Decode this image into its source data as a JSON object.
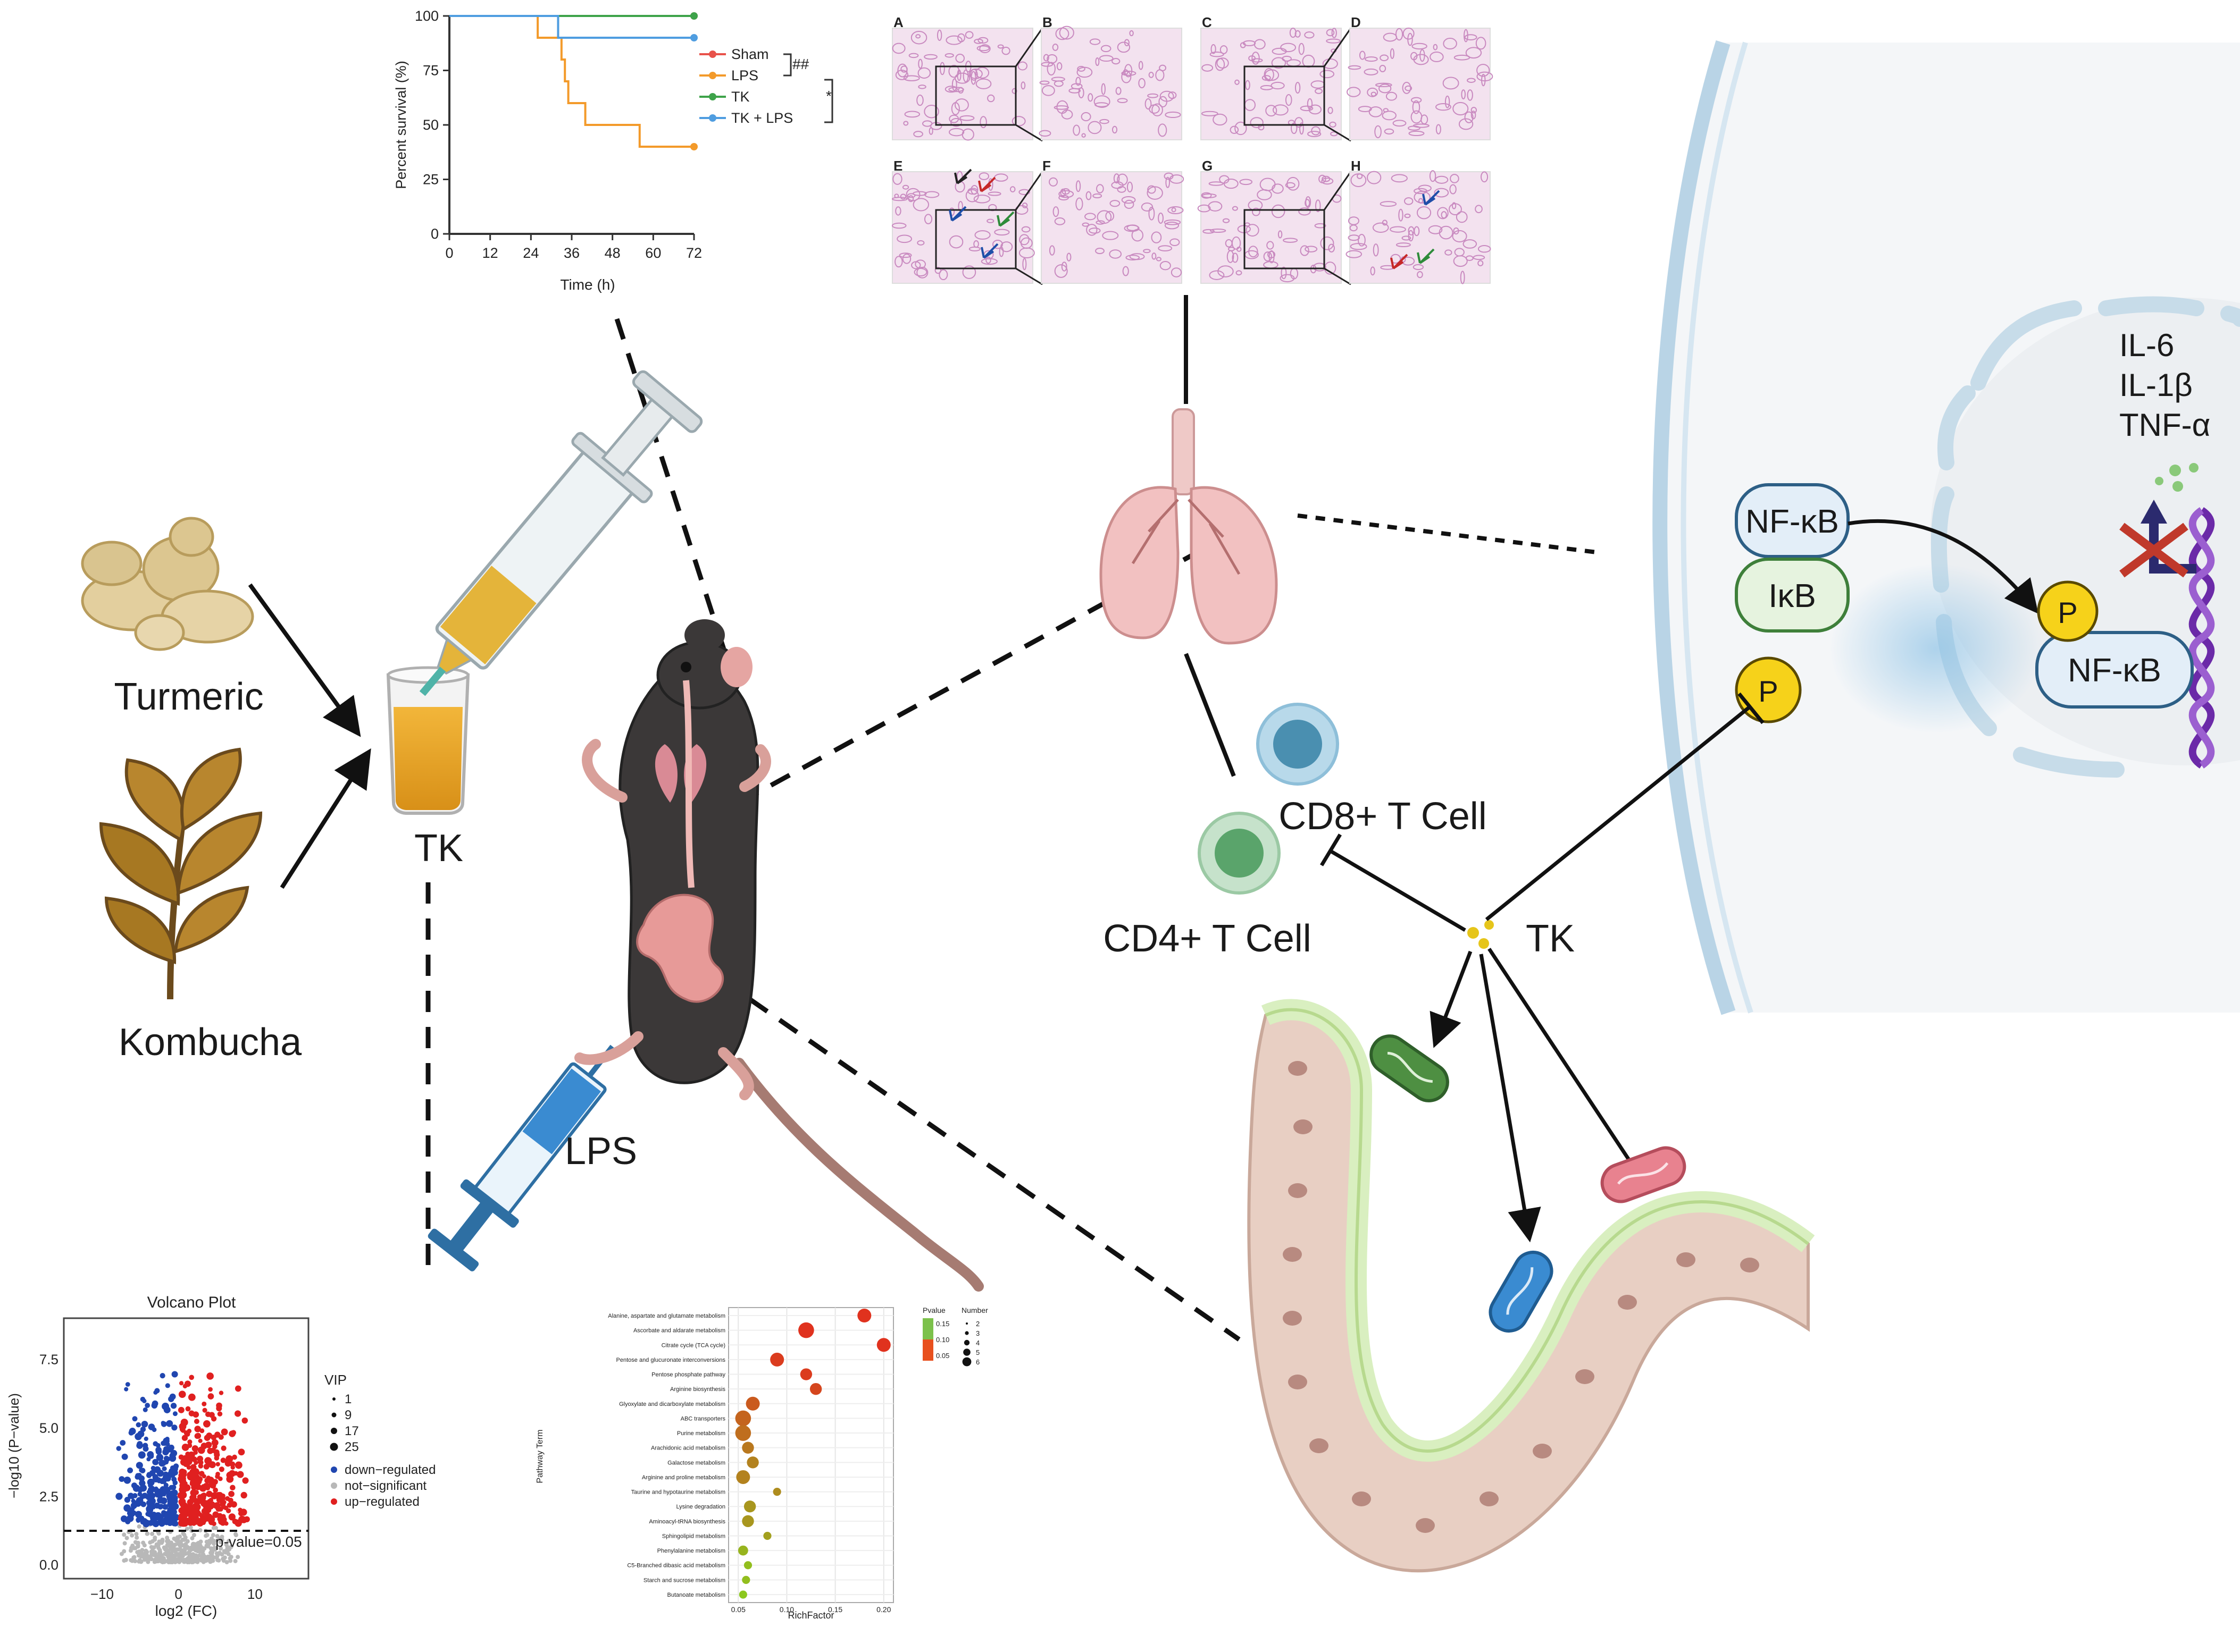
{
  "labels": {
    "turmeric": "Turmeric",
    "kombucha": "Kombucha",
    "tk_cup": "TK",
    "lps": "LPS",
    "tk_center": "TK",
    "cd8": "CD8+ T Cell",
    "cd4": "CD4+ T Cell",
    "nfkb_top": "NF-κB",
    "ikb": "IκB",
    "nfkb_nucleus": "NF-κB",
    "p": "P",
    "cytokines": [
      "IL-6",
      "IL-1β",
      "TNF-α"
    ]
  },
  "survival_chart": {
    "type": "line",
    "ylabel": "Percent survival (%)",
    "xlabel": "Time  (h)",
    "x_ticks": [
      "0",
      "12",
      "24",
      "36",
      "48",
      "60",
      "72"
    ],
    "y_ticks": [
      "0",
      "25",
      "50",
      "75",
      "100"
    ],
    "xlim": [
      0,
      72
    ],
    "ylim": [
      0,
      100
    ],
    "series": [
      {
        "name": "Sham",
        "color": "#e8524a",
        "x": [
          0,
          72
        ],
        "y": [
          100,
          100
        ]
      },
      {
        "name": "LPS",
        "color": "#f39a2a",
        "x": [
          0,
          26,
          26,
          32,
          33,
          34,
          35,
          36,
          40,
          56,
          72
        ],
        "y": [
          100,
          100,
          90,
          90,
          80,
          70,
          60,
          60,
          50,
          40,
          40
        ]
      },
      {
        "name": "TK",
        "color": "#3ea34a",
        "x": [
          0,
          32,
          72
        ],
        "y": [
          100,
          100,
          100
        ]
      },
      {
        "name": "TK + LPS",
        "color": "#4f9de0",
        "x": [
          0,
          32,
          32,
          72
        ],
        "y": [
          100,
          100,
          90,
          90
        ]
      }
    ],
    "annotations": [
      "##",
      "*"
    ]
  },
  "histology": {
    "panel_labels": [
      "A",
      "B",
      "C",
      "D",
      "E",
      "F",
      "G",
      "H"
    ]
  },
  "volcano_chart": {
    "type": "scatter",
    "title": "Volcano Plot",
    "xlabel": "log2 (FC)",
    "ylabel": "−log10 (P−value)",
    "x_ticks": [
      "−10",
      "0",
      "10"
    ],
    "y_ticks": [
      "0.0",
      "2.5",
      "5.0",
      "7.5"
    ],
    "threshold_label": "p-value=0.05",
    "legend_vip_title": "VIP",
    "legend_vip": [
      "1",
      "9",
      "17",
      "25"
    ],
    "legend_reg": [
      {
        "name": "down−regulated",
        "color": "#2046b0"
      },
      {
        "name": "not−significant",
        "color": "#b8b8b8"
      },
      {
        "name": "up−regulated",
        "color": "#e02020"
      }
    ]
  },
  "bubble_chart": {
    "type": "scatter",
    "xlabel": "RichFactor",
    "ylabel": "Pathway Term",
    "x_ticks": [
      "0.05",
      "0.10",
      "0.15",
      "0.20"
    ],
    "legend_pvalue_title": "Pvalue",
    "legend_pvalue": [
      "0.15",
      "0.10",
      "0.05"
    ],
    "legend_number_title": "Number",
    "legend_number": [
      "2",
      "3",
      "4",
      "5",
      "6"
    ],
    "pathways": [
      {
        "name": "Alanine, aspartate and glutamate metabolism",
        "x": 0.18,
        "size": 5,
        "p": 0.01
      },
      {
        "name": "Ascorbate and aldarate metabolism",
        "x": 0.12,
        "size": 6,
        "p": 0.01
      },
      {
        "name": "Citrate cycle (TCA cycle)",
        "x": 0.2,
        "size": 5,
        "p": 0.01
      },
      {
        "name": "Pentose and glucuronate interconversions",
        "x": 0.09,
        "size": 5,
        "p": 0.02
      },
      {
        "name": "Pentose phosphate pathway",
        "x": 0.12,
        "size": 4,
        "p": 0.02
      },
      {
        "name": "Arginine biosynthesis",
        "x": 0.13,
        "size": 4,
        "p": 0.03
      },
      {
        "name": "Glyoxylate and dicarboxylate metabolism",
        "x": 0.065,
        "size": 5,
        "p": 0.05
      },
      {
        "name": "ABC transporters",
        "x": 0.055,
        "size": 6,
        "p": 0.06
      },
      {
        "name": "Purine metabolism",
        "x": 0.055,
        "size": 6,
        "p": 0.07
      },
      {
        "name": "Arachidonic acid metabolism",
        "x": 0.06,
        "size": 4,
        "p": 0.08
      },
      {
        "name": "Galactose metabolism",
        "x": 0.065,
        "size": 4,
        "p": 0.09
      },
      {
        "name": "Arginine and proline metabolism",
        "x": 0.055,
        "size": 5,
        "p": 0.09
      },
      {
        "name": "Taurine and hypotaurine metabolism",
        "x": 0.09,
        "size": 2,
        "p": 0.1
      },
      {
        "name": "Lysine degradation",
        "x": 0.062,
        "size": 4,
        "p": 0.11
      },
      {
        "name": "Aminoacyl-tRNA biosynthesis",
        "x": 0.06,
        "size": 4,
        "p": 0.11
      },
      {
        "name": "Sphingolipid metabolism",
        "x": 0.08,
        "size": 2,
        "p": 0.12
      },
      {
        "name": "Phenylalanine metabolism",
        "x": 0.055,
        "size": 3,
        "p": 0.14
      },
      {
        "name": "C5-Branched dibasic acid metabolism",
        "x": 0.06,
        "size": 2,
        "p": 0.15
      },
      {
        "name": "Starch and sucrose metabolism",
        "x": 0.058,
        "size": 2,
        "p": 0.15
      },
      {
        "name": "Butanoate metabolism",
        "x": 0.055,
        "size": 2,
        "p": 0.16
      }
    ]
  },
  "colors": {
    "arrow": "#111111",
    "nfkb_fill": "#e3eef8",
    "nfkb_stroke": "#2d5f86",
    "ikb_fill": "#e6f3df",
    "ikb_stroke": "#3e7f3a",
    "phospho": "#f6d21a",
    "cell_membrane": "#b9d4e6",
    "cd8": "#4a8fb0",
    "cd4": "#5aa46b",
    "gut_tissue": "#e8cfc3",
    "gut_mucus": "#d9efc0"
  }
}
